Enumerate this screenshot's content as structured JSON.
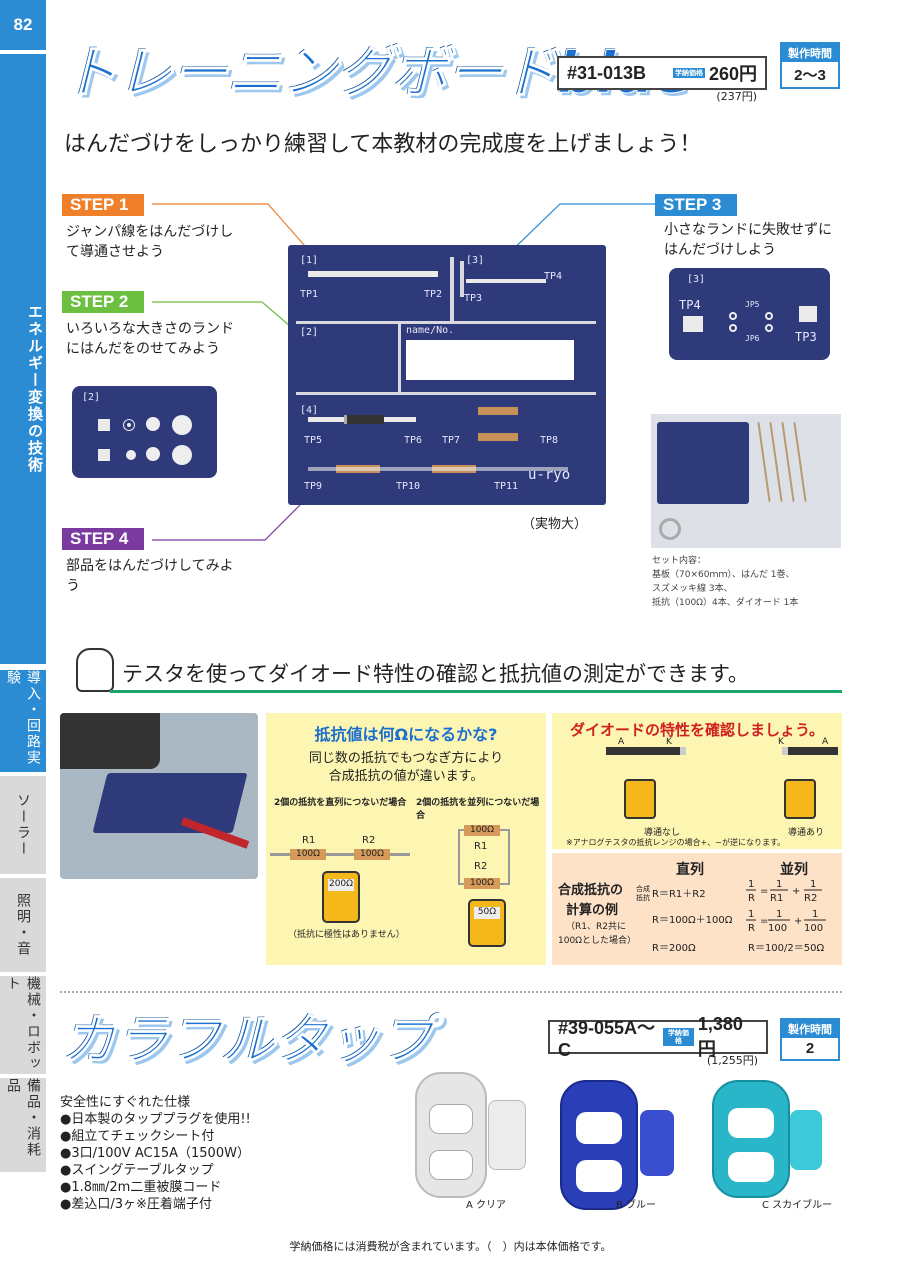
{
  "page_number": "82",
  "sidebar": {
    "chapter": "エネルギー変換の技術",
    "tabs": [
      "導入・回路実験",
      "ソーラー",
      "照明・音",
      "機械・ロボット",
      "備品・消耗品"
    ]
  },
  "product1": {
    "title": "トレーニングボードblue",
    "code": "#31-013B",
    "price_tag": "学納価格",
    "price": "260円",
    "price_sub": "(237円)",
    "time_label": "製作時間",
    "time": "2〜3",
    "subtitle": "はんだづけをしっかり練習して本教材の完成度を上げましょう！",
    "steps": [
      {
        "label": "STEP 1",
        "text": "ジャンパ線をはんだづけして導通させよう",
        "color": "#f07f2a"
      },
      {
        "label": "STEP 2",
        "text": "いろいろな大きさのランドにはんだをのせてみよう",
        "color": "#6cbf3f"
      },
      {
        "label": "STEP 3",
        "text": "小さなランドに失敗せずにはんだづけしよう",
        "color": "#2b8bd3"
      },
      {
        "label": "STEP 4",
        "text": "部品をはんだづけしてみよう",
        "color": "#7b3aa0"
      }
    ],
    "board": {
      "s1": "[1]",
      "s2": "[2]",
      "s3": "[3]",
      "s4": "[4]",
      "name_label": "name/No.",
      "tp": [
        "TP1",
        "TP2",
        "TP3",
        "TP4",
        "TP5",
        "TP6",
        "TP7",
        "TP8",
        "TP9",
        "TP10",
        "TP11"
      ],
      "jp5": "JP5",
      "jp6": "JP6",
      "brand": "u-ryo"
    },
    "actual_size": "（実物大）",
    "set_contents": [
      "セット内容：",
      "基板（70×60ｍｍ）、はんだ 1巻、",
      "スズメッキ線 3本、",
      "抵抗（100Ω）4本、ダイオード 1本"
    ]
  },
  "tester": {
    "heading": "テスタを使ってダイオード特性の確認と抵抗値の測定ができます。",
    "q_title": "抵抗値は何Ωになるかな?",
    "q_text1": "同じ数の抵抗でもつなぎ方により",
    "q_text2": "合成抵抗の値が違います。",
    "series_label": "2個の抵抗を直列につないだ場合",
    "parallel_label": "2個の抵抗を並列につないだ場合",
    "r1": "R1",
    "r2": "R2",
    "res_val": "100Ω",
    "meter_series": "200Ω",
    "meter_parallel": "50Ω",
    "no_polarity": "（抵抗に極性はありません）",
    "diode_title": "ダイオードの特性を確認しましょう。",
    "anode": "A",
    "cathode": "K",
    "no_conduct": "導通なし",
    "conduct": "導通あり",
    "analog_note": "※アナログテスタの抵抗レンジの場合+、−が逆になります。",
    "calc_title1": "合成抵抗の",
    "calc_title2": "計算の例",
    "calc_note1": "（R1、R2共に",
    "calc_note2": "100Ωとした場合）",
    "col_series": "直列",
    "col_parallel": "並列",
    "composite": "合成抵抗",
    "s_eq1": "R＝R1＋R2",
    "s_eq2": "R＝100Ω＋100Ω",
    "s_eq3": "R＝200Ω",
    "p_eq3": "R＝100/2＝50Ω"
  },
  "product2": {
    "title": "カラフルタップ",
    "code": "#39-055A〜C",
    "price_tag": "学納価格",
    "price": "1,380円",
    "price_sub": "(1,255円)",
    "time_label": "製作時間",
    "time": "2",
    "features": [
      "安全性にすぐれた仕様",
      "●日本製のタッププラグを使用!!",
      "●組立てチェックシート付",
      "●3口/100V AC15A（1500W）",
      "●スイングテーブルタップ",
      "●1.8㎜/2m二重被膜コード",
      "●差込口/3ヶ※圧着端子付"
    ],
    "variants": [
      {
        "label": "A クリア",
        "color": "#e6e6e6"
      },
      {
        "label": "B ブルー",
        "color": "#2a3eb8"
      },
      {
        "label": "C スカイブルー",
        "color": "#29b6c8"
      }
    ]
  },
  "footer": "学納価格には消費税が含まれています。（　）内は本体価格です。"
}
